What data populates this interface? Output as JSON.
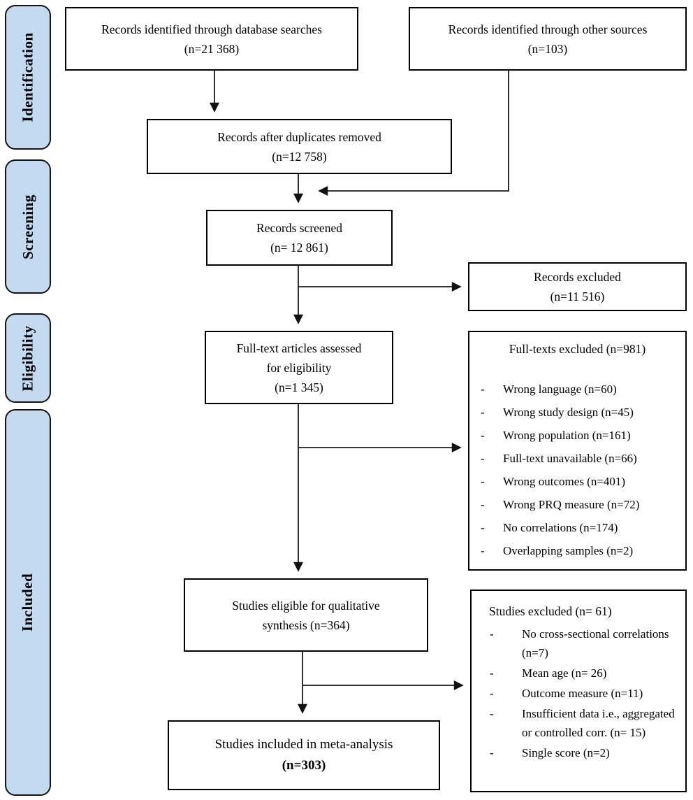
{
  "diagram": {
    "stages": [
      {
        "label": "Identification"
      },
      {
        "label": "Screening"
      },
      {
        "label": "Eligibility"
      },
      {
        "label": "Included"
      }
    ],
    "boxes": {
      "db_search": {
        "line1": "Records identified through database searches",
        "line2": "(n=21 368)"
      },
      "other_sources": {
        "line1": "Records identified through other sources",
        "line2": "(n=103)"
      },
      "duplicates": {
        "line1": "Records after duplicates removed",
        "line2": "(n=12 758)"
      },
      "screened": {
        "line1": "Records screened",
        "line2": "(n= 12 861)"
      },
      "records_excluded": {
        "line1": "Records excluded",
        "line2": "(n=11 516)"
      },
      "fulltext": {
        "line1": "Full-text articles assessed",
        "line2": "for eligibility",
        "line3": "(n=1 345)"
      },
      "fulltext_excluded": {
        "title": "Full-texts excluded (n=981)",
        "dash": "-",
        "items": [
          "Wrong language (n=60)",
          "Wrong study design (n=45)",
          "Wrong population (n=161)",
          "Full-text unavailable (n=66)",
          "Wrong outcomes (n=401)",
          "Wrong PRQ measure (n=72)",
          "No correlations (n=174)",
          "Overlapping samples (n=2)"
        ]
      },
      "qualitative": {
        "line1": "Studies eligible for qualitative",
        "line2": "synthesis (n=364)"
      },
      "studies_excluded": {
        "title": "Studies excluded (n= 61)",
        "dash": "-",
        "items": [
          "No cross-sectional correlations (n=7)",
          "Mean age (n= 26)",
          "Outcome measure (n=11)",
          "Insufficient data i.e., aggregated or controlled corr. (n= 15)",
          "Single score (n=2)"
        ]
      },
      "included": {
        "line1": "Studies included in meta-analysis",
        "line2": "(n=303)"
      }
    },
    "colors": {
      "stage_fill": "#c3daf1",
      "stage_border": "#141414",
      "box_border": "#000000",
      "line": "#1a1a1a",
      "background": "#ffffff"
    }
  }
}
